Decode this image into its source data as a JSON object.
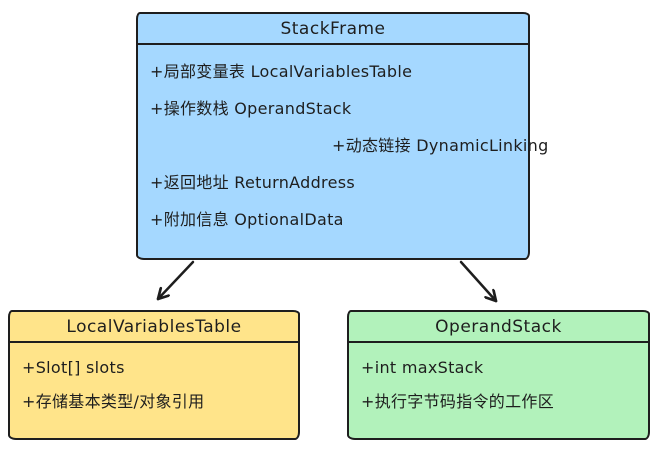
{
  "diagram": {
    "type": "uml-class-diagram",
    "classes": {
      "stackframe": {
        "title": "StackFrame",
        "fields": [
          "+局部变量表 LocalVariablesTable",
          "+操作数栈 OperandStack",
          "+动态链接 DynamicLinking",
          "+返回地址 ReturnAddress",
          "+附加信息 OptionalData"
        ]
      },
      "local_variables_table": {
        "title": "LocalVariablesTable",
        "fields": [
          "+Slot[] slots",
          "+存储基本类型/对象引用"
        ]
      },
      "operand_stack": {
        "title": "OperandStack",
        "fields": [
          "+int maxStack",
          "+执行字节码指令的工作区"
        ]
      }
    },
    "relations": [
      {
        "from": "StackFrame",
        "to": "LocalVariablesTable",
        "style": "arrow"
      },
      {
        "from": "StackFrame",
        "to": "OperandStack",
        "style": "arrow"
      }
    ],
    "colors": {
      "stroke": "#1e1e1e",
      "stackframe_fill": "#a5d8ff",
      "local_variables_fill": "#ffe48a",
      "operand_stack_fill": "#b2f2bb",
      "canvas_bg": "#ffffff"
    }
  }
}
